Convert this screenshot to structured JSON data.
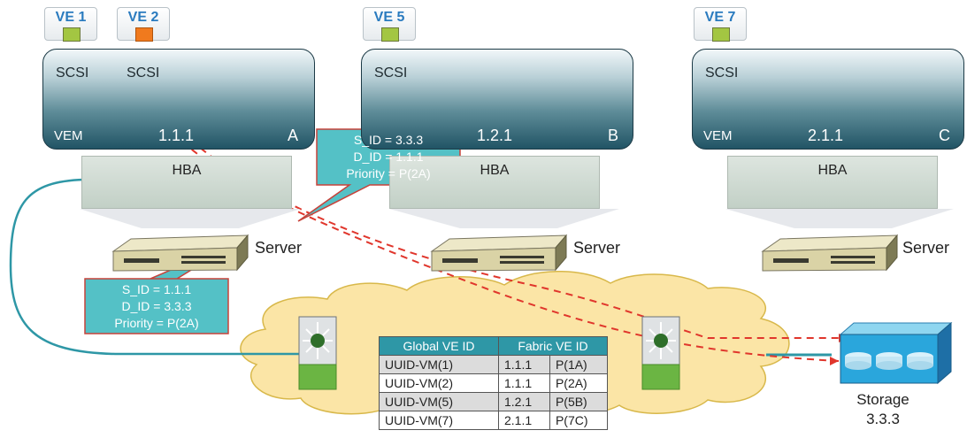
{
  "ve_tabs": [
    {
      "label": "VE 1",
      "color": "#a3c642"
    },
    {
      "label": "VE 2",
      "color": "#f07a1e"
    },
    {
      "label": "VE 5",
      "color": "#a3c642"
    },
    {
      "label": "VE 7",
      "color": "#a3c642"
    }
  ],
  "hosts": [
    {
      "scsi": [
        "SCSI",
        "SCSI"
      ],
      "vem": "VEM",
      "address": "1.1.1",
      "letter": "A",
      "hba": "HBA",
      "server": "Server"
    },
    {
      "scsi": [
        "SCSI"
      ],
      "vem": "",
      "address": "1.2.1",
      "letter": "B",
      "hba": "HBA",
      "server": "Server"
    },
    {
      "scsi": [
        "SCSI"
      ],
      "vem": "VEM",
      "address": "2.1.1",
      "letter": "C",
      "hba": "HBA",
      "server": "Server"
    }
  ],
  "callouts": {
    "upper": [
      "S_ID = 3.3.3",
      "D_ID = 1.1.1",
      "Priority = P(2A)"
    ],
    "lower": [
      "S_ID = 1.1.1",
      "D_ID = 3.3.3",
      "Priority = P(2A)"
    ]
  },
  "table": {
    "headers": [
      "Global VE ID",
      "Fabric VE ID"
    ],
    "rows": [
      [
        "UUID-VM(1)",
        "1.1.1",
        "P(1A)"
      ],
      [
        "UUID-VM(2)",
        "1.1.1",
        "P(2A)"
      ],
      [
        "UUID-VM(5)",
        "1.2.1",
        "P(5B)"
      ],
      [
        "UUID-VM(7)",
        "2.1.1",
        "P(7C)"
      ]
    ]
  },
  "storage": {
    "label": "Storage",
    "address": "3.3.3"
  },
  "colors": {
    "teal_link": "#2e97a6",
    "red_path": "#e0362c",
    "callout_fill": "#54c1c6",
    "cloud": "#fbe5a6"
  }
}
